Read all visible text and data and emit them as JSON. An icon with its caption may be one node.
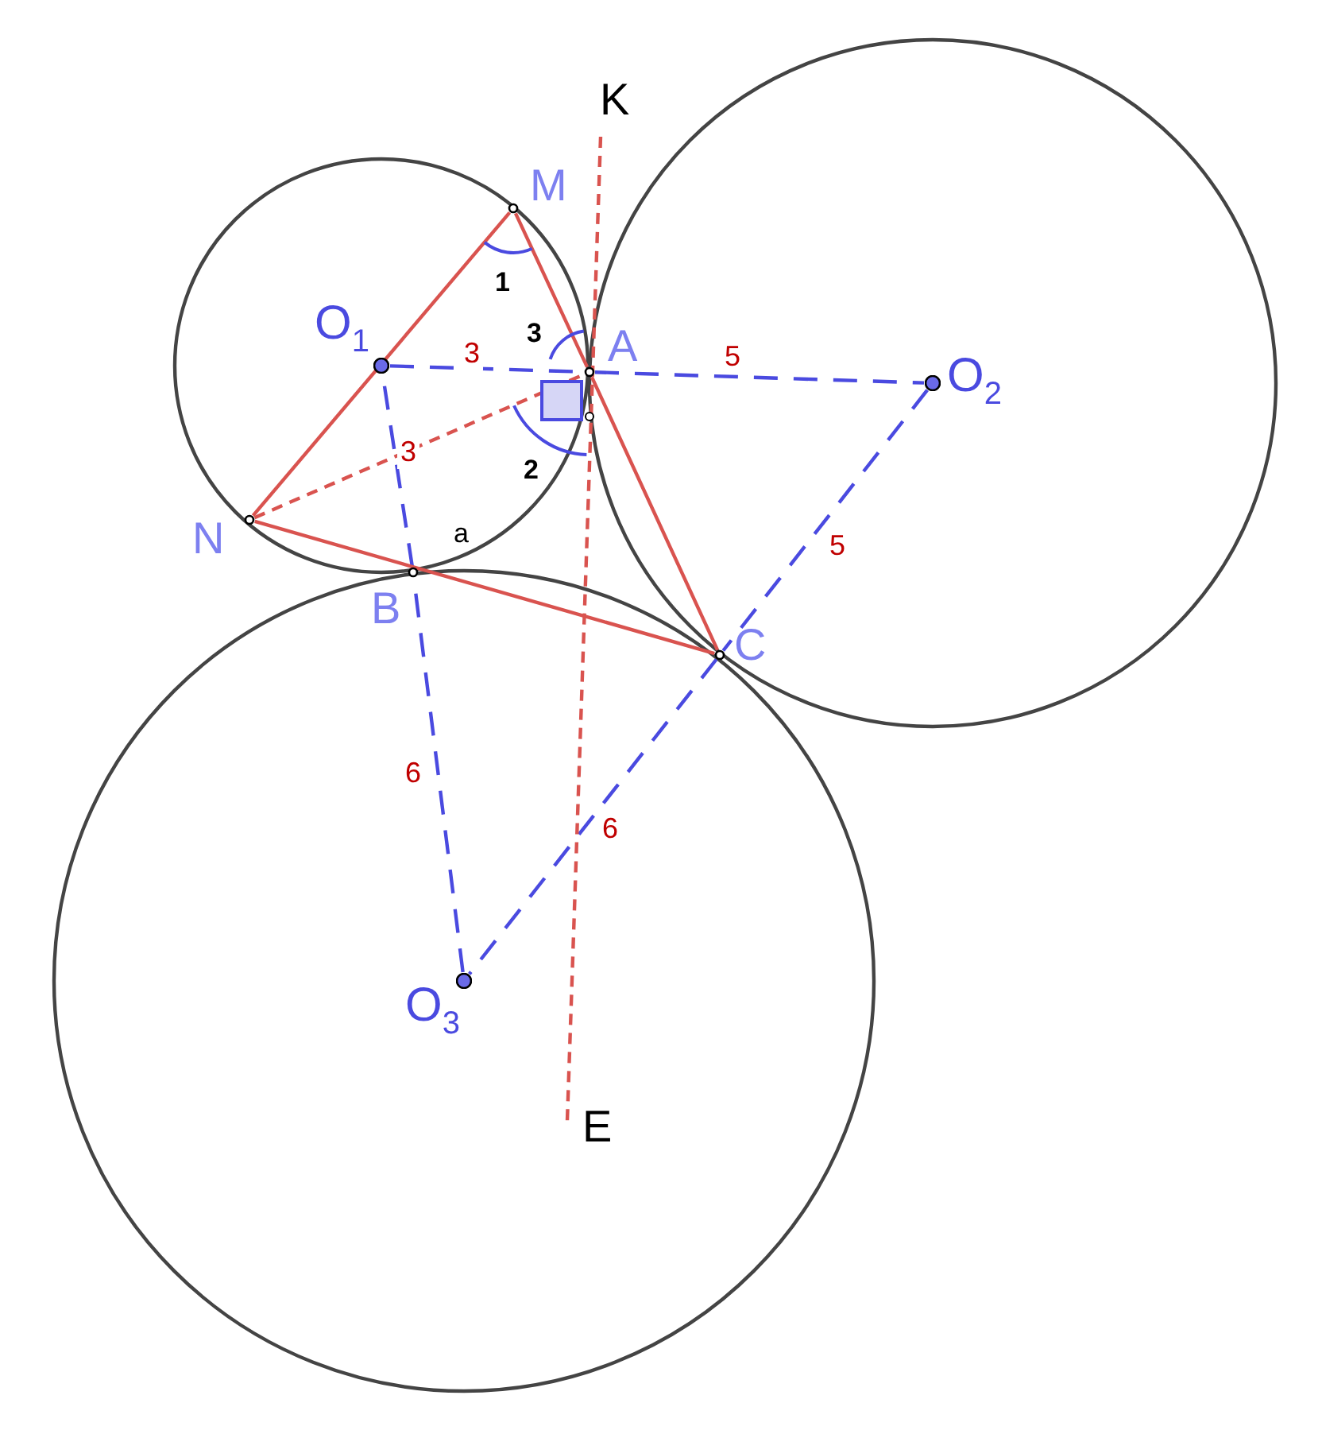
{
  "diagram": {
    "nodes": [
      {
        "text": [
          "O$_{1}$"
        ]
      },
      {
        "text": [
          "M"
        ]
      },
      {
        "text": [
          "A"
        ]
      },
      {
        "text": [
          "O$_{2}$"
        ]
      },
      {
        "text": [
          "N"
        ]
      },
      {
        "text": [
          "B"
        ]
      },
      {
        "text": [
          "C"
        ]
      },
      {
        "text": [
          "O$_{3}$"
        ]
      },
      {
        "text": [
          "K"
        ]
      },
      {
        "text": [
          "E"
        ]
      }
    ],
    "edges": [
      {
        "from": 0,
        "to": 2,
        "arrow": "none",
        "label": "3",
        "style": "dashed",
        "color": "#4a4ae0"
      },
      {
        "from": 2,
        "to": 3,
        "arrow": "none",
        "label": "5",
        "style": "dashed",
        "color": "#4a4ae0"
      },
      {
        "from": 3,
        "to": 6,
        "arrow": "none",
        "label": "5",
        "style": "dashed",
        "color": "#4a4ae0"
      },
      {
        "from": 6,
        "to": 7,
        "arrow": "none",
        "label": "6",
        "style": "dashed",
        "color": "#4a4ae0"
      },
      {
        "from": 7,
        "to": 5,
        "arrow": "none",
        "label": "6",
        "style": "dashed",
        "color": "#4a4ae0"
      },
      {
        "from": 5,
        "to": 0,
        "arrow": "none",
        "label": "3",
        "style": "dashed",
        "color": "#4a4ae0"
      },
      {
        "from": 1,
        "to": 4,
        "arrow": "none",
        "color": "#d9534f"
      },
      {
        "from": 1,
        "to": 2,
        "arrow": "none",
        "color": "#d9534f"
      },
      {
        "from": 4,
        "to": 6,
        "arrow": "none",
        "color": "#d9534f"
      },
      {
        "from": 2,
        "to": 6,
        "arrow": "none",
        "color": "#d9534f"
      },
      {
        "from": 4,
        "to": 2,
        "arrow": "none",
        "style": "dashed",
        "color": "#d9534f"
      },
      {
        "from": 8,
        "to": 9,
        "arrow": "none",
        "style": "dashed",
        "color": "#d9534f"
      }
    ],
    "labels": [
      "1",
      "3",
      "2",
      "a"
    ]
  }
}
